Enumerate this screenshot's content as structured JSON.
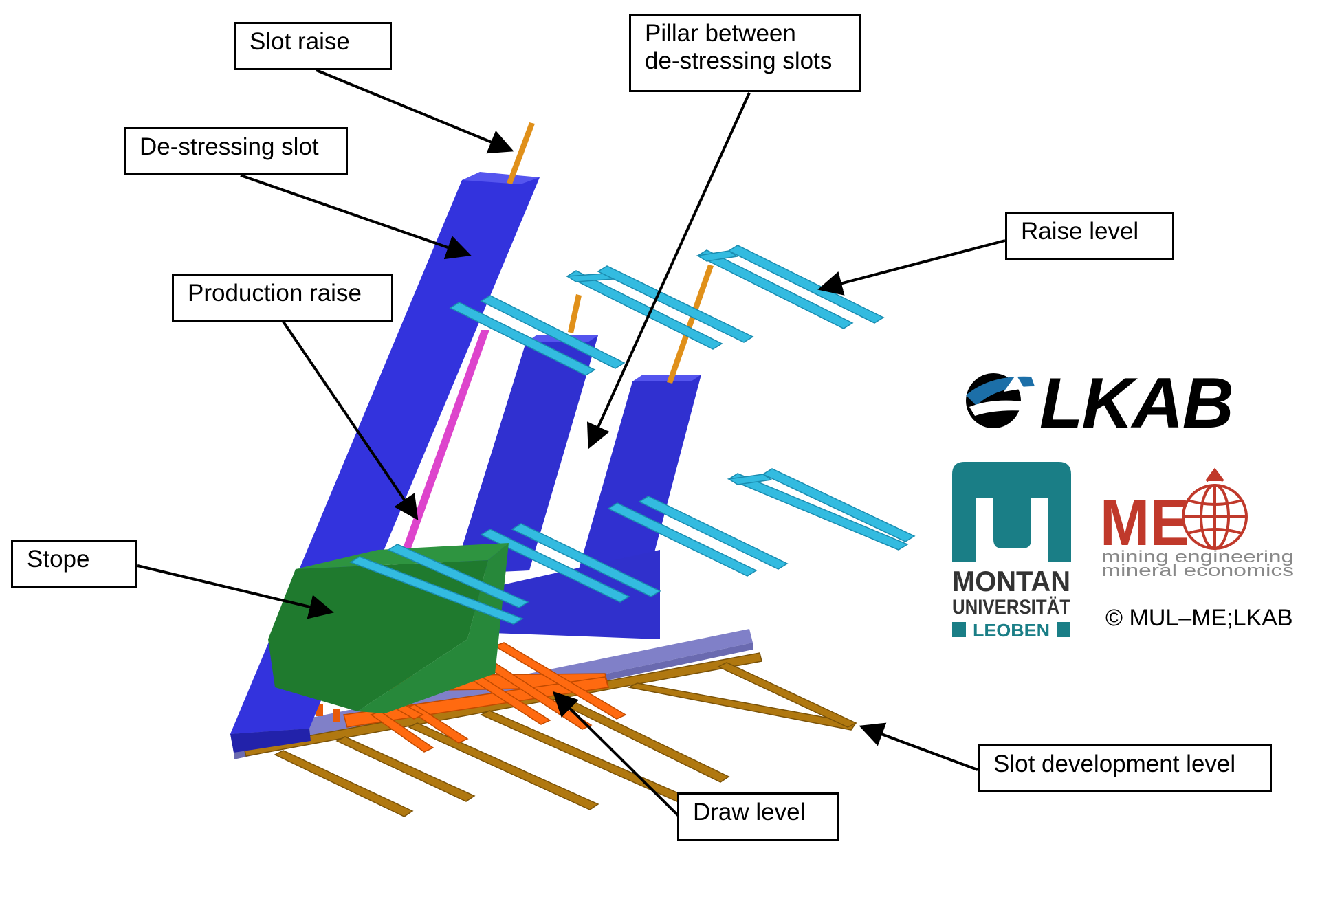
{
  "labels": {
    "slot_raise": "Slot raise",
    "de_stressing_slot": "De-stressing slot",
    "production_raise": "Production raise",
    "stope": "Stope",
    "pillar_line1": "Pillar between",
    "pillar_line2": "de-stressing slots",
    "raise_level": "Raise level",
    "slot_development_level": "Slot development level",
    "draw_level": "Draw level"
  },
  "logos": {
    "lkab": "LKAB",
    "montan_line1": "MONTAN",
    "montan_line2": "UNIVERSITÄT",
    "montan_line3": "LEOBEN",
    "me_mark": "ME",
    "me_line1": "mining engineering",
    "me_line2": "mineral economics"
  },
  "copyright": "© MUL–ME;LKAB",
  "colors": {
    "slot_blue": "#3333dd",
    "stope_green": "#1f7a2e",
    "raise_level_cyan": "#33bbe0",
    "draw_level_orange": "#ff6a10",
    "slot_dev_brown": "#b07810",
    "production_raise_magenta": "#dd44cc",
    "slot_raise_orange": "#e0901a",
    "montan_teal": "#1a7e86",
    "me_red": "#c0392b",
    "lkab_blue": "#1c6fa8"
  }
}
